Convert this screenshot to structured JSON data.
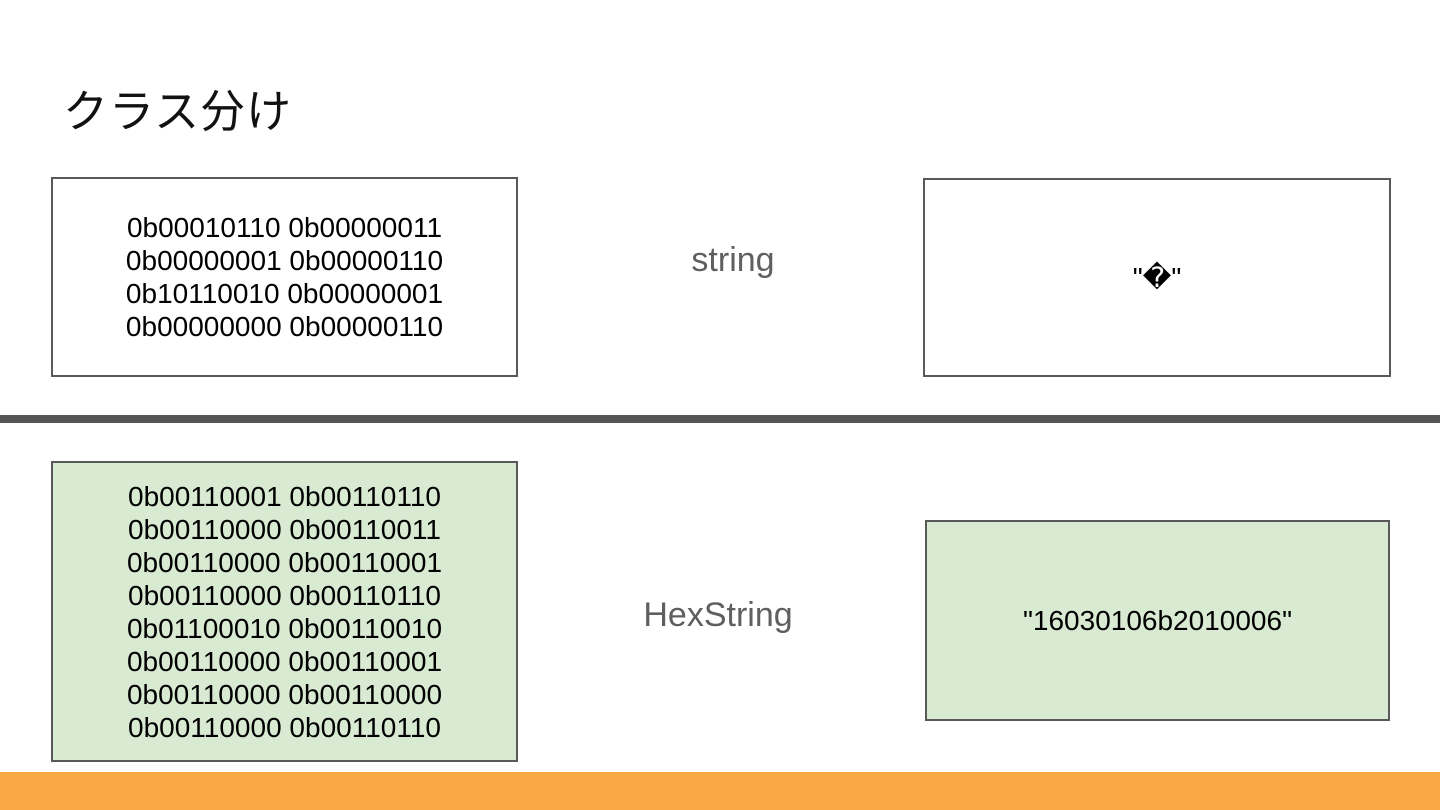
{
  "slide": {
    "title": "クラス分け",
    "rows": [
      {
        "label": "string",
        "binary_lines": [
          "0b00010110 0b00000011",
          "0b00000001 0b00000110",
          "0b10110010 0b00000001",
          "0b00000000 0b00000110"
        ],
        "result": "\"�\""
      },
      {
        "label": "HexString",
        "binary_lines": [
          "0b00110001 0b00110110",
          "0b00110000 0b00110011",
          "0b00110000 0b00110001",
          "0b00110000 0b00110110",
          "0b01100010 0b00110010",
          "0b00110000 0b00110001",
          "0b00110000 0b00110000",
          "0b00110000 0b00110110"
        ],
        "result": "\"16030106b2010006\""
      }
    ],
    "colors": {
      "box_green": "#d9ead3",
      "box_border_gray": "#595959",
      "divider_gray": "#545454",
      "label_gray": "#5f5f5f",
      "footer_orange": "#f9a943"
    }
  }
}
